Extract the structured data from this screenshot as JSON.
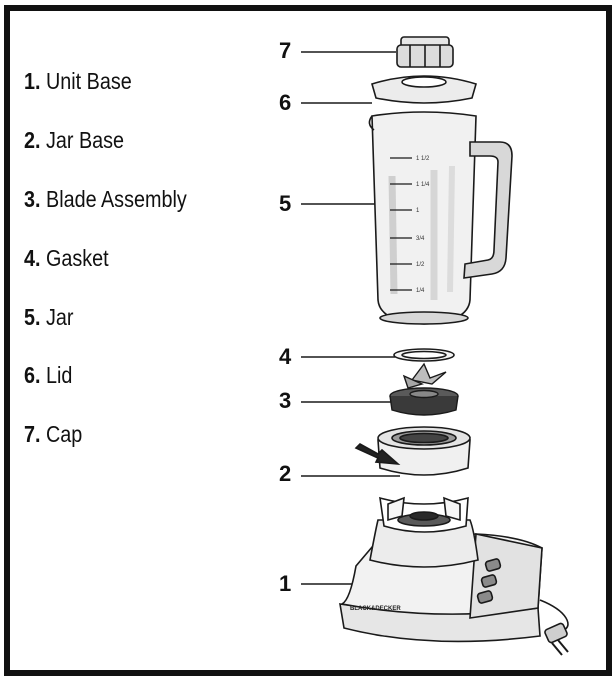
{
  "parts": [
    {
      "num": "1.",
      "name": "Unit Base"
    },
    {
      "num": "2.",
      "name": "Jar Base"
    },
    {
      "num": "3.",
      "name": "Blade Assembly"
    },
    {
      "num": "4.",
      "name": "Gasket"
    },
    {
      "num": "5.",
      "name": "Jar"
    },
    {
      "num": "6.",
      "name": "Lid"
    },
    {
      "num": "7.",
      "name": "Cap"
    }
  ],
  "callouts": [
    "7",
    "6",
    "5",
    "4",
    "3",
    "2",
    "1"
  ],
  "jar_markings": [
    "1 1/2",
    "1 1/4",
    "1",
    "3/4",
    "1/2",
    "1/4"
  ],
  "brand_label": "BLACK&DECKER",
  "colors": {
    "outline": "#1a1a1a",
    "body": "#ececec",
    "shade": "#c8c8c8",
    "dark": "#2e2e2e"
  }
}
